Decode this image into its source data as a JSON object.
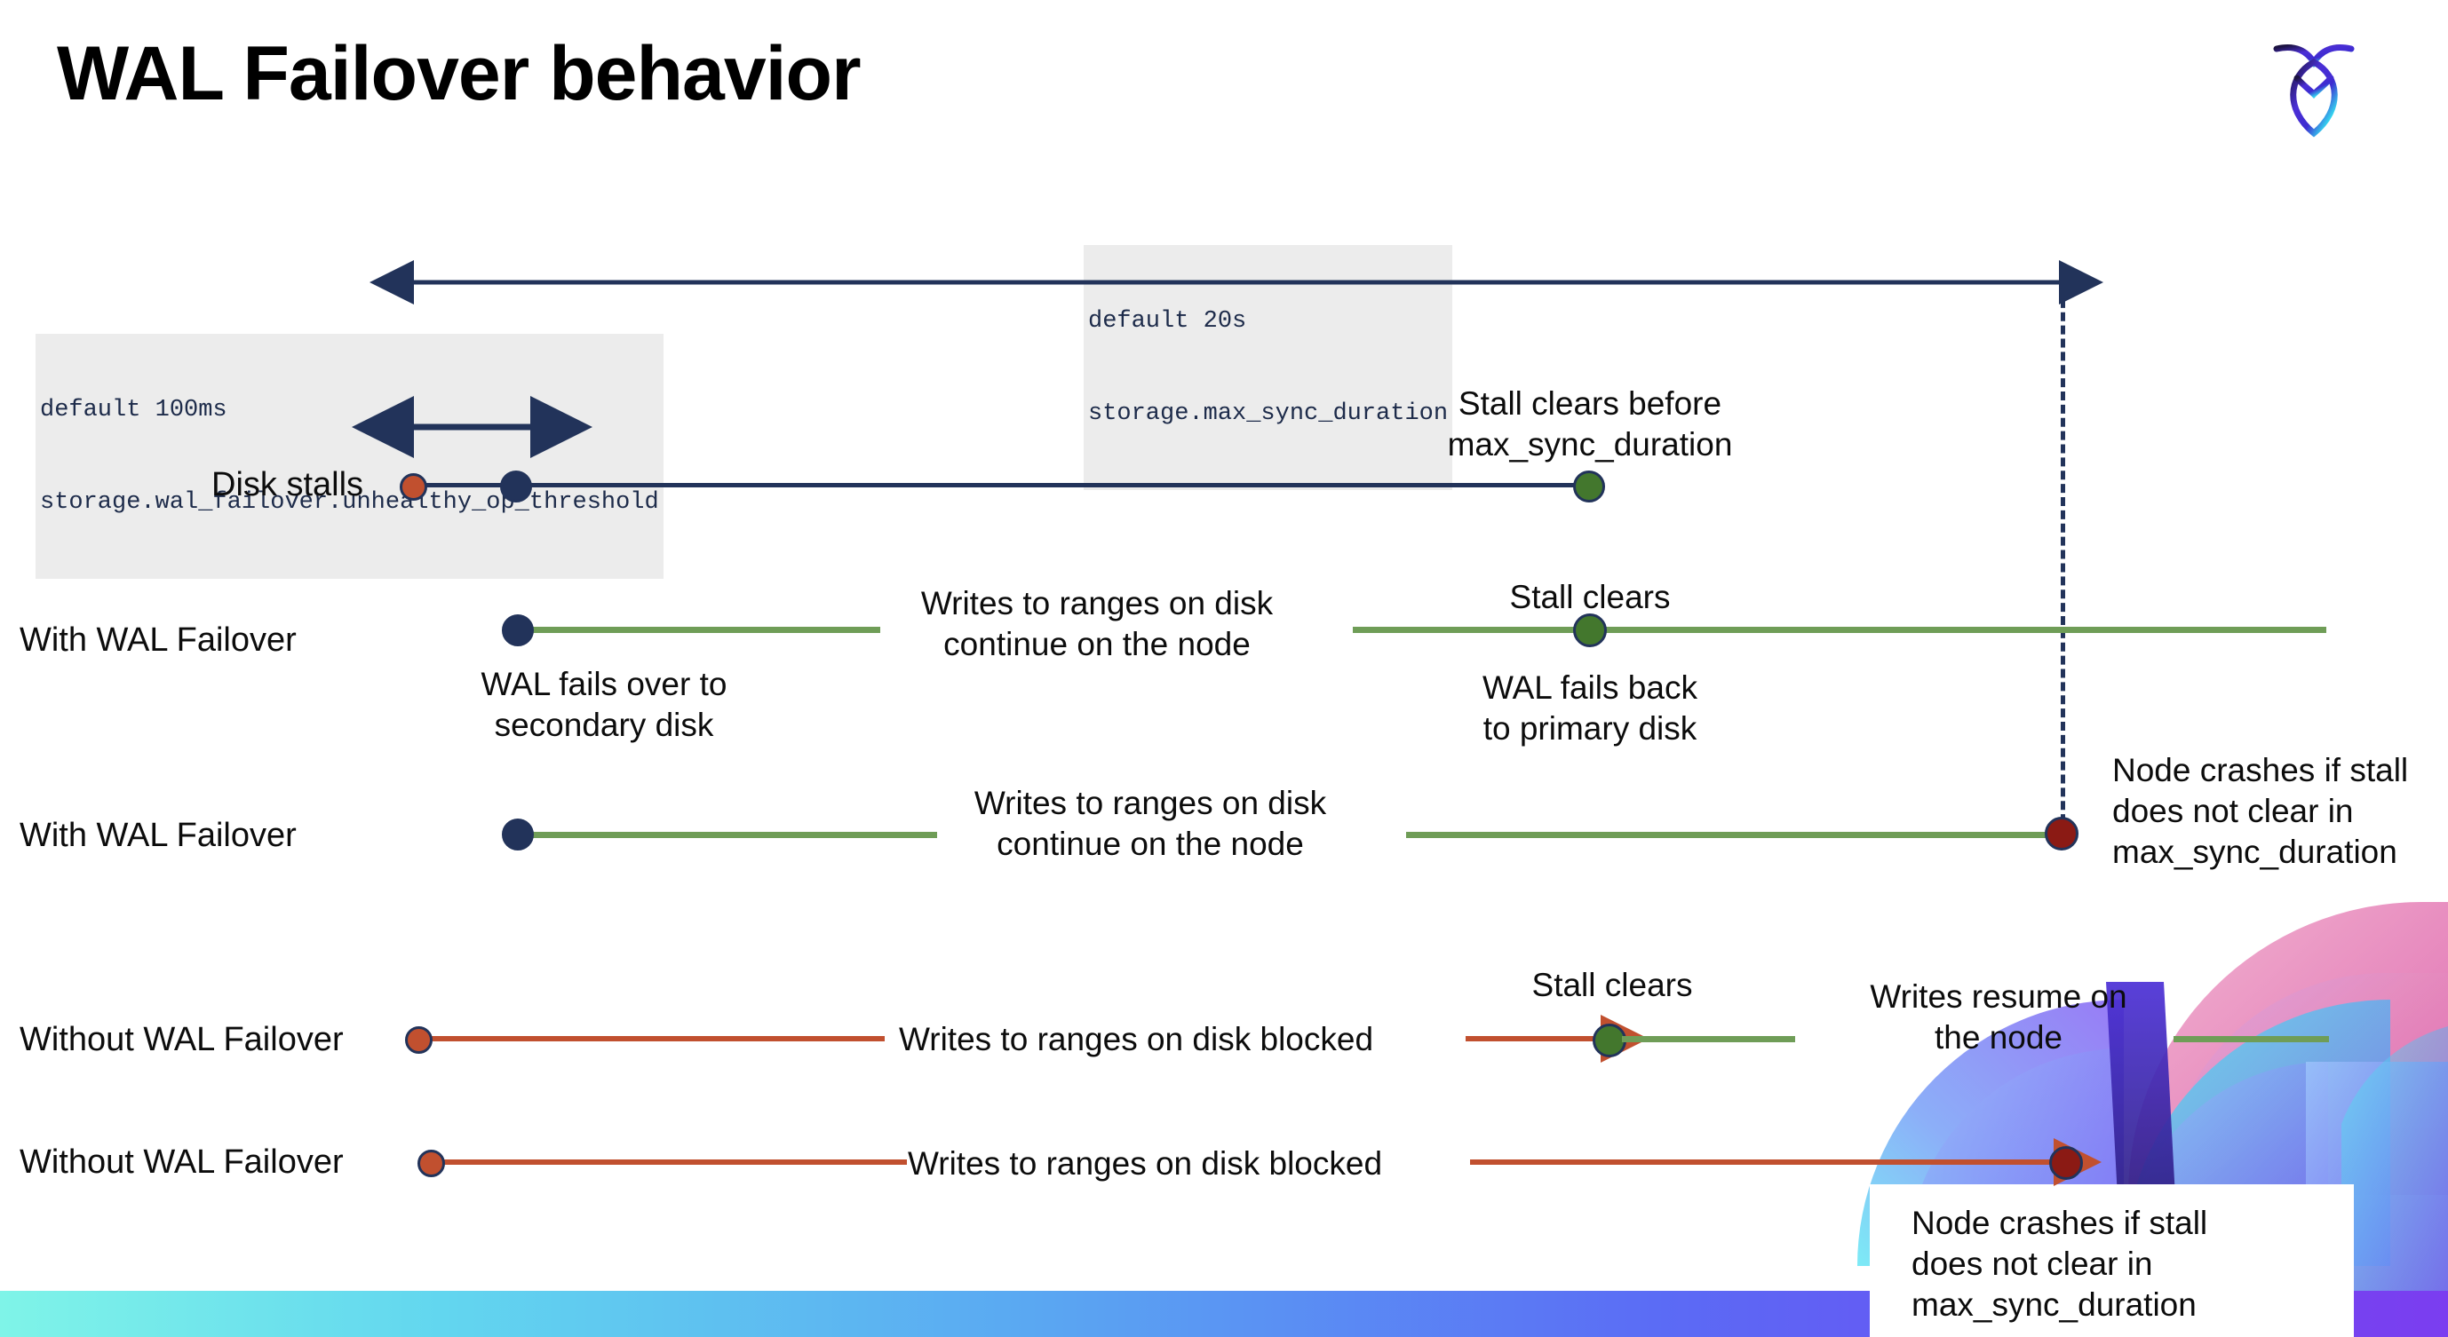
{
  "slide": {
    "title": "WAL Failover behavior",
    "logo_name": "cockroachdb-logo"
  },
  "annotations": {
    "max_sync_duration": {
      "line1": "default 20s",
      "line2": "storage.max_sync_duration"
    },
    "unhealthy_op_threshold": {
      "line1": "default 100ms",
      "line2": "storage.wal_failover.unhealthy_op_threshold"
    }
  },
  "rows": [
    {
      "id": "disk-stalls",
      "label": "Disk stalls",
      "note_top": "Stall clears before\nmax_sync_duration"
    },
    {
      "id": "with-wal-failover-1",
      "label": "With WAL Failover",
      "note_below_start": "WAL fails over to\nsecondary disk",
      "note_middle": "Writes to ranges on disk\ncontinue on the node",
      "note_above_clear": "Stall clears",
      "note_below_clear": "WAL fails  back\nto primary disk"
    },
    {
      "id": "with-wal-failover-2",
      "label": "With WAL Failover",
      "note_middle": "Writes to ranges on disk\ncontinue on the node",
      "note_right": "Node crashes if stall\ndoes not clear in\nmax_sync_duration"
    },
    {
      "id": "without-wal-failover-1",
      "label": "Without WAL Failover",
      "note_middle": "Writes to ranges on disk  blocked",
      "note_above_clear": "Stall clears",
      "note_right": "Writes resume on\nthe node"
    },
    {
      "id": "without-wal-failover-2",
      "label": "Without WAL Failover",
      "note_middle": "Writes to ranges on disk  blocked",
      "note_right": "Node crashes if stall\ndoes not clear in\nmax_sync_duration"
    }
  ],
  "colors": {
    "navy": "#22335a",
    "orange": "#c1502f",
    "green_line": "#6f9d57",
    "green_dot": "#43772d",
    "dark_red": "#8b1a14",
    "chip_bg": "#ececec"
  }
}
